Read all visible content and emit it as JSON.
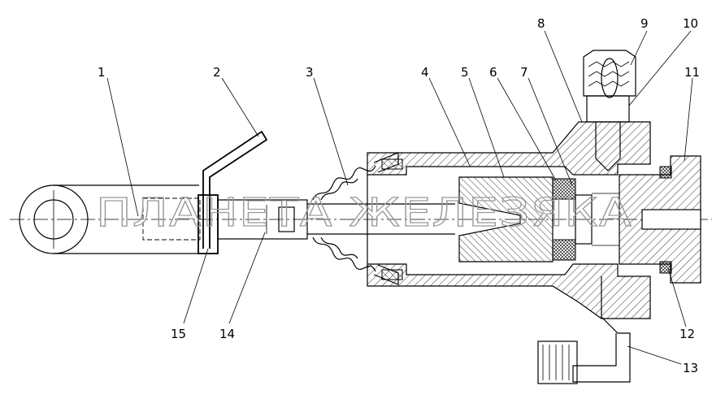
{
  "diagram": {
    "callouts": [
      {
        "id": "1",
        "text": "1"
      },
      {
        "id": "2",
        "text": "2"
      },
      {
        "id": "3",
        "text": "3"
      },
      {
        "id": "4",
        "text": "4"
      },
      {
        "id": "5",
        "text": "5"
      },
      {
        "id": "6",
        "text": "6"
      },
      {
        "id": "7",
        "text": "7"
      },
      {
        "id": "8",
        "text": "8"
      },
      {
        "id": "9",
        "text": "9"
      },
      {
        "id": "10",
        "text": "10"
      },
      {
        "id": "11",
        "text": "11"
      },
      {
        "id": "12",
        "text": "12"
      },
      {
        "id": "13",
        "text": "13"
      },
      {
        "id": "14",
        "text": "14"
      },
      {
        "id": "15",
        "text": "15"
      }
    ],
    "watermark": "ПЛАНЕТА ЖЕЛЕЗЯКА"
  }
}
